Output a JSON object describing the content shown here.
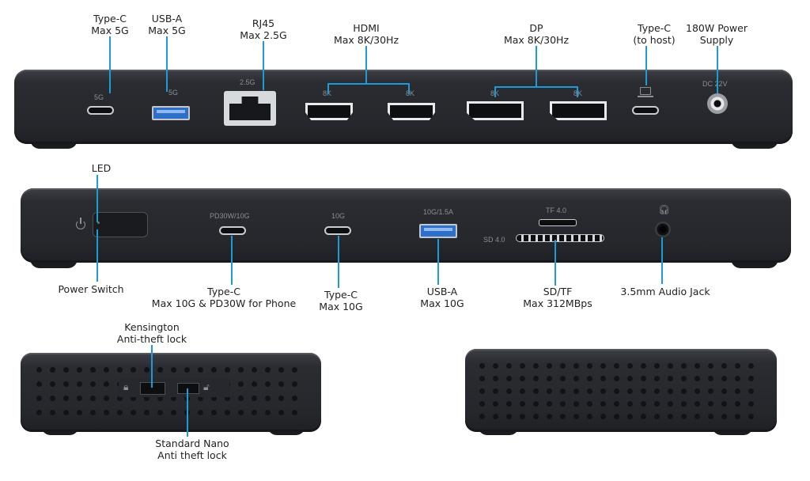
{
  "callouts": {
    "typec_5g": [
      "Type-C",
      "Max 5G"
    ],
    "usba_5g": [
      "USB-A",
      "Max 5G"
    ],
    "rj45": [
      "RJ45",
      "Max 2.5G"
    ],
    "hdmi": [
      "HDMI",
      "Max 8K/30Hz"
    ],
    "dp": [
      "DP",
      "Max 8K/30Hz"
    ],
    "typec_host": [
      "Type-C",
      "(to host)"
    ],
    "power_supply": [
      "180W Power",
      "Supply"
    ],
    "led": [
      "LED"
    ],
    "power_switch": [
      "Power Switch"
    ],
    "typec_pd": [
      "Type-C",
      "Max 10G & PD30W for Phone"
    ],
    "typec_10g": [
      "Type-C",
      "Max 10G"
    ],
    "usba_10g": [
      "USB-A",
      "Max 10G"
    ],
    "sdtf": [
      "SD/TF",
      "Max 312MBps"
    ],
    "audio": [
      "3.5mm Audio Jack"
    ],
    "kensington": [
      "Kensington",
      "Anti-theft lock"
    ],
    "nano": [
      "Standard Nano",
      "Anti theft lock"
    ]
  },
  "port_labels": {
    "back_typec": "5G",
    "back_usba": "5G",
    "back_rj45": "2.5G",
    "hdmi_1": "8K",
    "hdmi_2": "8K",
    "dp_1": "8K",
    "dp_2": "8K",
    "dc": "DC 22V",
    "front_pd": "PD30W/10G",
    "front_typec": "10G",
    "front_usba": "10G/1.5A",
    "tf": "TF 4.0",
    "sd": "SD 4.0"
  },
  "icons": {
    "power": "power-icon",
    "laptop": "laptop-icon",
    "headphone": "headphone-icon",
    "lock": "lock-icon"
  },
  "colors": {
    "leader": "#1b9bd7",
    "body": "#2a2c31",
    "usb_blue": "#2d6fc9"
  }
}
